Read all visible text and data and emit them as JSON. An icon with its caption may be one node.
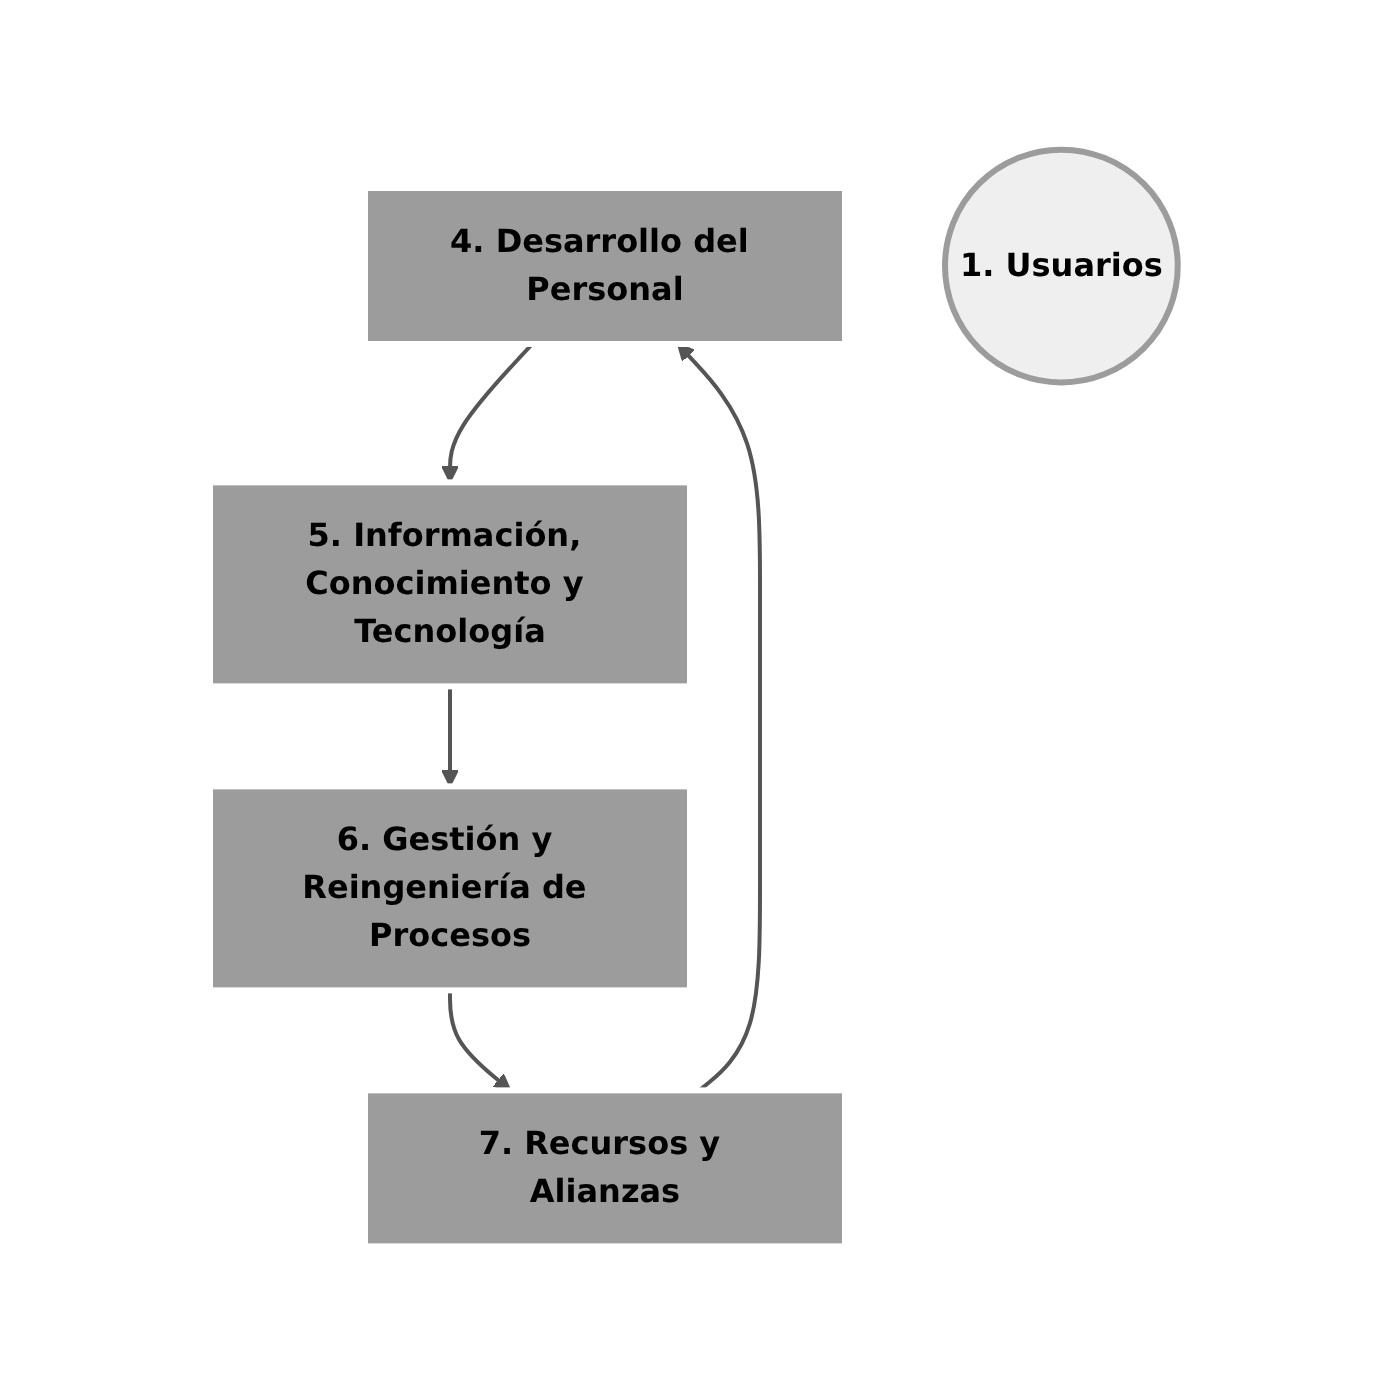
{
  "diagram": {
    "nodes": [
      {
        "text": [
          "4. Desarrollo del Personal"
        ]
      },
      {
        "text": [
          "7. Recursos y Alianzas"
        ]
      },
      {
        "text": [
          "1. Usuarios"
        ]
      },
      {
        "text": [
          "5. Información, Conocimiento y Tecnología"
        ]
      },
      {
        "text": [
          "6. Gestión y Reingeniería de Procesos"
        ]
      }
    ],
    "edges": [
      {
        "from": 0,
        "to": 3,
        "arrow": "to"
      },
      {
        "from": 3,
        "to": 4,
        "arrow": "to"
      },
      {
        "from": 4,
        "to": 1,
        "arrow": "to"
      },
      {
        "from": 1,
        "to": 0,
        "arrow": "to"
      }
    ]
  }
}
